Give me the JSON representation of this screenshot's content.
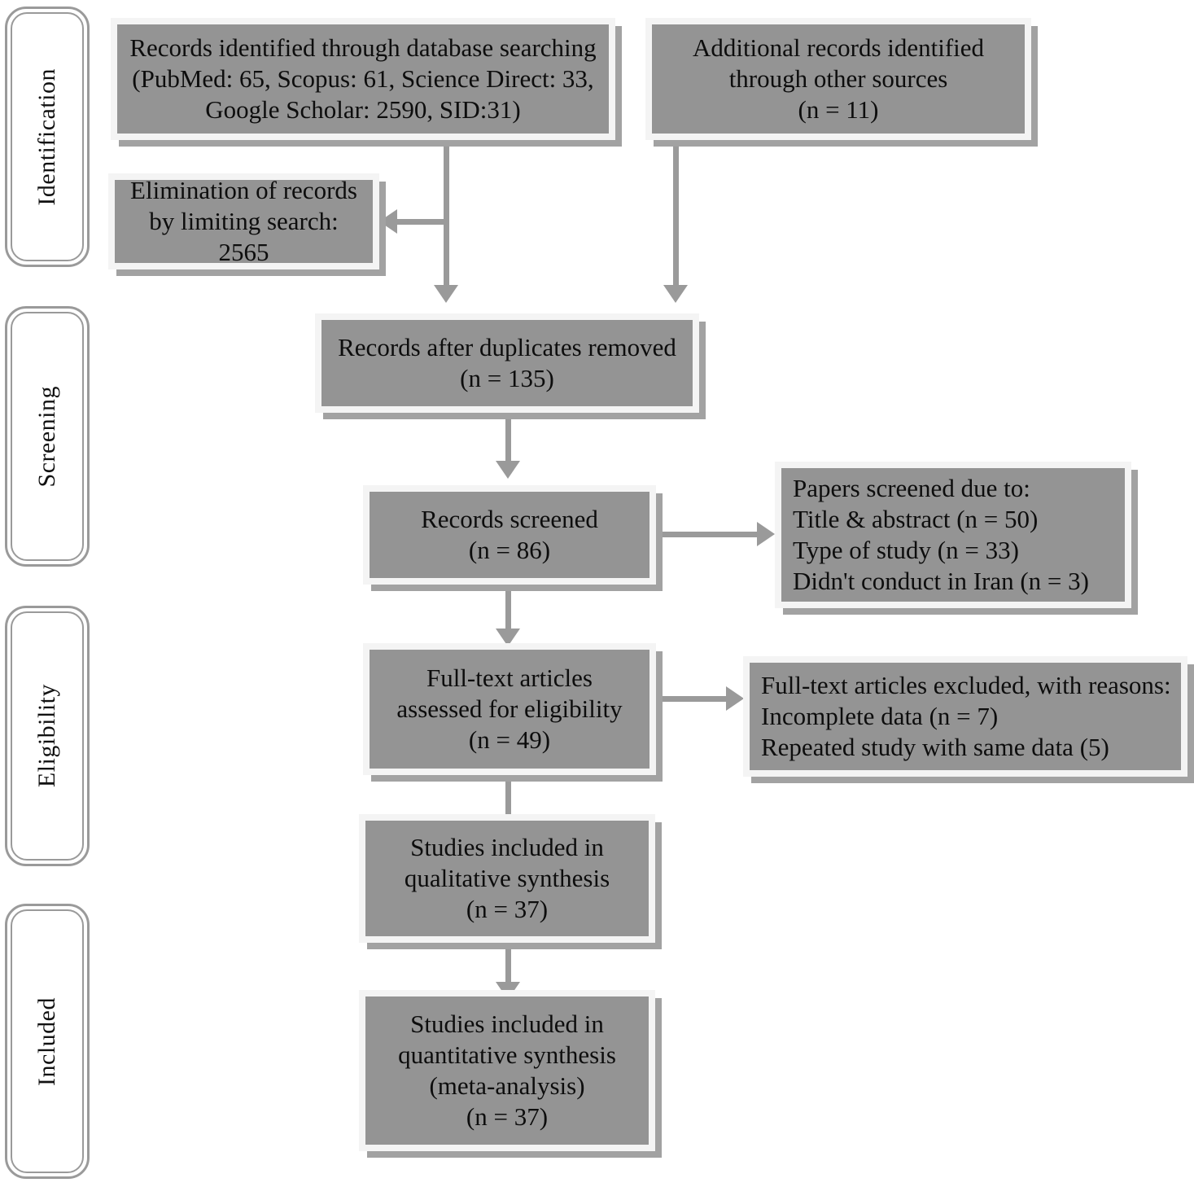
{
  "diagram": {
    "type": "prisma-flow-diagram",
    "colors": {
      "box_fill": "#949494",
      "box_border": "#f4f4f4",
      "shadow": "#a2a2a2",
      "connector": "#9a9a9a",
      "text": "#0d0d0d",
      "background": "#ffffff"
    }
  },
  "stages": [
    {
      "id": "identification",
      "label": "Identification"
    },
    {
      "id": "screening",
      "label": "Screening"
    },
    {
      "id": "eligibility",
      "label": "Eligibility"
    },
    {
      "id": "included",
      "label": "Included"
    }
  ],
  "boxes": {
    "records_identified": {
      "text": "Records identified through database searching\n(PubMed: 65, Scopus: 61, Science Direct: 33,\nGoogle Scholar: 2590, SID:31)",
      "n_pubmed": 65,
      "n_scopus": 61,
      "n_science_direct": 33,
      "n_google_scholar": 2590,
      "n_sid": 31
    },
    "additional_records": {
      "text": "Additional records identified\nthrough other sources\n(n = 11)",
      "n": 11
    },
    "elimination": {
      "text": "Elimination of records\nby limiting search: 2565",
      "n": 2565
    },
    "duplicates_removed": {
      "text": "Records after duplicates removed\n(n = 135)",
      "n": 135
    },
    "records_screened": {
      "text": "Records screened\n(n = 86)",
      "n": 86
    },
    "papers_screened_due_to": {
      "text": "Papers screened due to:\nTitle & abstract (n = 50)\nType of study (n = 33)\nDidn't conduct in Iran (n = 3)",
      "n_title_abstract": 50,
      "n_type_of_study": 33,
      "n_not_iran": 3
    },
    "full_text_assessed": {
      "text": "Full-text articles\nassessed for eligibility\n(n = 49)",
      "n": 49
    },
    "full_text_excluded": {
      "text": "Full-text articles excluded, with reasons:\nIncomplete data (n = 7)\nRepeated study with same data (5)",
      "n_incomplete_data": 7,
      "n_repeated_study": 5
    },
    "qualitative_synthesis": {
      "text": "Studies included in\nqualitative synthesis\n(n = 37)",
      "n": 37
    },
    "quantitative_synthesis": {
      "text": "Studies included in\nquantitative synthesis\n(meta-analysis)\n(n = 37)",
      "n": 37
    }
  }
}
